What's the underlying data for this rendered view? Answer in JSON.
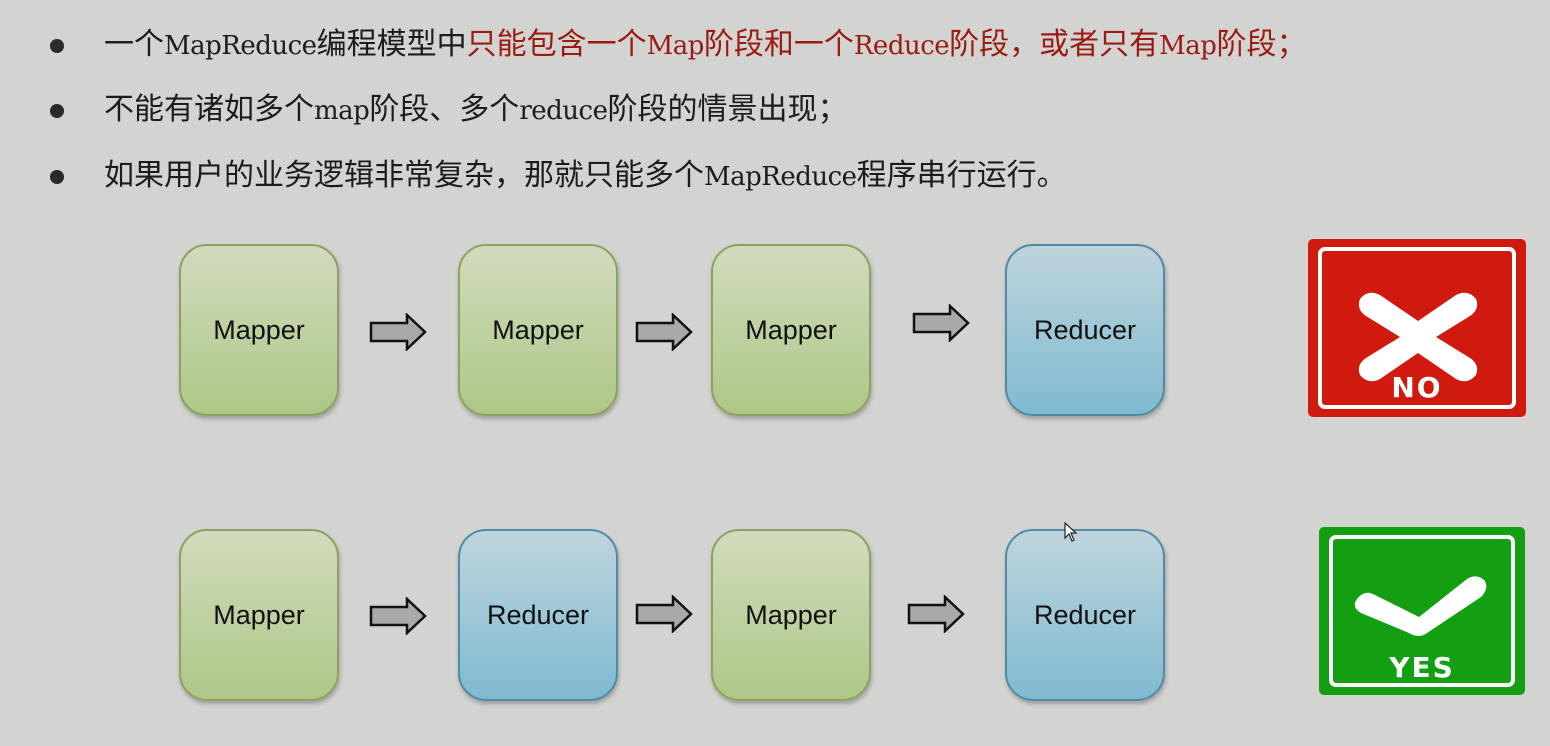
{
  "bullets": [
    {
      "parts": [
        {
          "text": "一个",
          "style": "normal"
        },
        {
          "text": "MapReduce",
          "style": "mono"
        },
        {
          "text": "编程模型中",
          "style": "normal"
        },
        {
          "text": "只能包含一个",
          "style": "red"
        },
        {
          "text": "Map",
          "style": "red-mono"
        },
        {
          "text": "阶段和一个",
          "style": "red"
        },
        {
          "text": "Reduce",
          "style": "red-mono"
        },
        {
          "text": "阶段，或者只有",
          "style": "red"
        },
        {
          "text": "Map",
          "style": "red-mono"
        },
        {
          "text": "阶段；",
          "style": "red"
        }
      ]
    },
    {
      "parts": [
        {
          "text": "不能有诸如多个",
          "style": "normal"
        },
        {
          "text": "map",
          "style": "mono"
        },
        {
          "text": "阶段、多个",
          "style": "normal"
        },
        {
          "text": "reduce",
          "style": "mono"
        },
        {
          "text": "阶段的情景出现；",
          "style": "normal"
        }
      ]
    },
    {
      "parts": [
        {
          "text": "如果用户的业务逻辑非常复杂，那就只能多个",
          "style": "normal"
        },
        {
          "text": "MapReduce",
          "style": "mono"
        },
        {
          "text": "程序串行运行。",
          "style": "normal"
        }
      ]
    }
  ],
  "rows": [
    {
      "nodes": [
        "Mapper",
        "Mapper",
        "Mapper",
        "Reducer"
      ],
      "verdict": "NO"
    },
    {
      "nodes": [
        "Mapper",
        "Reducer",
        "Mapper",
        "Reducer"
      ],
      "verdict": "YES"
    }
  ],
  "colors": {
    "accent_red_text": "#9b1b12",
    "mapper_fill": "#b9cf94",
    "reducer_fill": "#8fc1d4",
    "no_sign": "#d01a10",
    "yes_sign": "#12a012"
  },
  "icons": {
    "no": "cross-icon",
    "yes": "check-icon",
    "arrow": "right-arrow-icon"
  }
}
